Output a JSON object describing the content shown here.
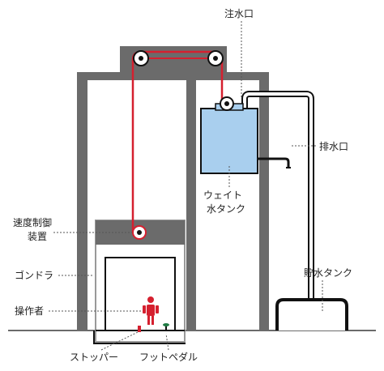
{
  "labels": {
    "water_inlet": "注水口",
    "drain_outlet": "排水口",
    "weight_tank_line1": "ウェイト",
    "weight_tank_line2": "水タンク",
    "speed_controller_line1": "速度制御",
    "speed_controller_line2": "装置",
    "gondola": "ゴンドラ",
    "operator": "操作者",
    "storage_tank": "貯水タンク",
    "stopper": "ストッパー",
    "foot_pedal": "フットペダル"
  },
  "colors": {
    "wall": "#6b6b6b",
    "rope": "#d5202f",
    "water": "#a9cfee",
    "operator": "#d5202f",
    "leader": "#555555",
    "pipe": "#111111",
    "text": "#222222"
  },
  "icons": {
    "pulley": "pulley-icon",
    "operator": "person-icon",
    "foot_pedal": "pedal-icon"
  }
}
